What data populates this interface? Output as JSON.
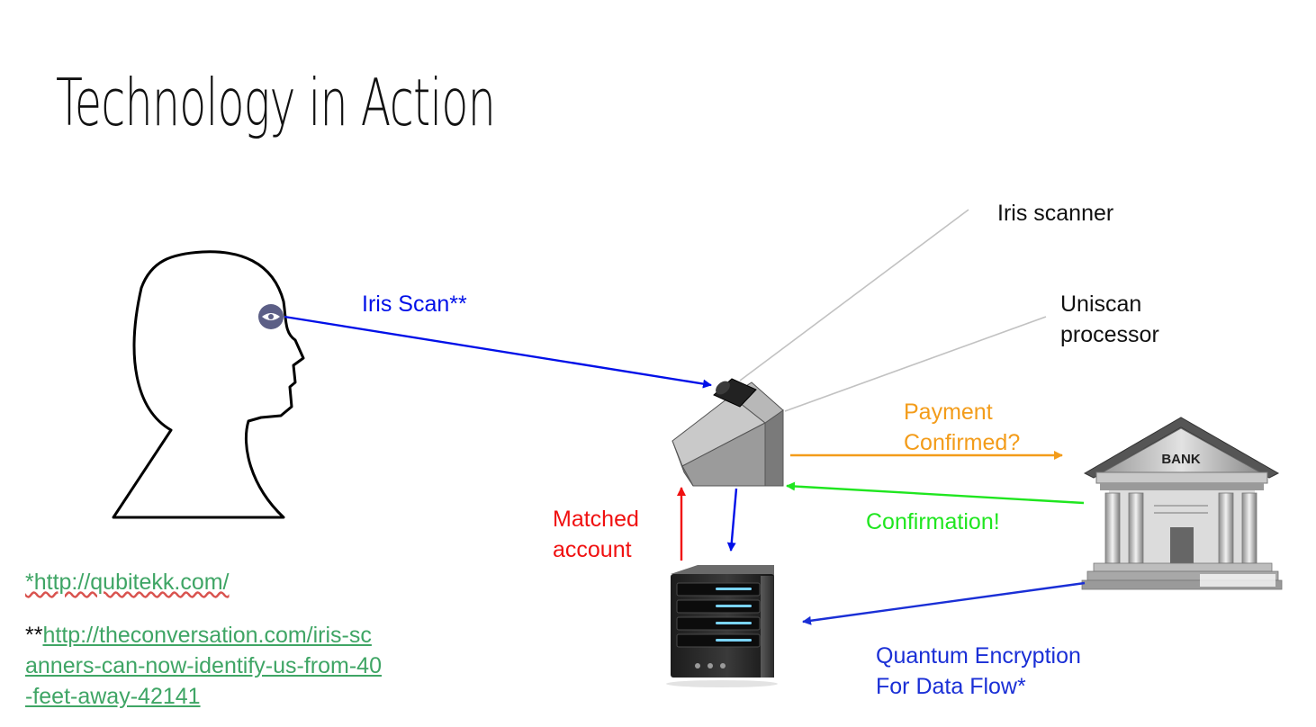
{
  "title": "Technology in Action",
  "labels": {
    "iris_scanner": "Iris scanner",
    "uniscan_processor": [
      "Uniscan",
      "processor"
    ],
    "iris_scan": "Iris Scan**",
    "payment_confirmed": [
      "Payment",
      "Confirmed?"
    ],
    "confirmation": "Confirmation!",
    "matched_account": [
      "Matched",
      "account"
    ],
    "quantum_encryption": [
      "Quantum Encryption",
      "For Data Flow*"
    ]
  },
  "bank_sign": "BANK",
  "references": {
    "ref1_link": "*http://qubitekk.com/",
    "ref2_prefix": "**",
    "ref2_link_lines": [
      "http://theconversation.com/iris-sc",
      "anners-can-now-identify-us-from-40",
      "-feet-away-42141"
    ]
  },
  "colors": {
    "iris_scan": "#0010e8",
    "payment": "#f39c1a",
    "confirmation": "#1fe61f",
    "matched": "#f01010",
    "quantum": "#1a2fd6",
    "link": "#3fa565"
  }
}
